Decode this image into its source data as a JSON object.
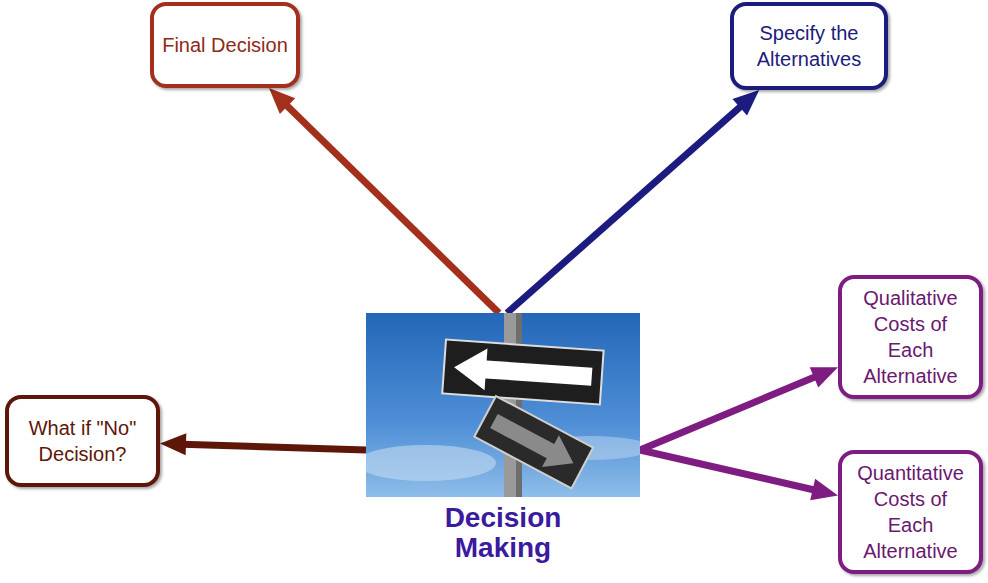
{
  "diagram": {
    "nodes": [
      {
        "text": [
          "Final Decision"
        ]
      },
      {
        "text": [
          "Specify the Alternatives"
        ]
      },
      {
        "text": [
          "Qualitative Costs of Each Alternative"
        ]
      },
      {
        "text": [
          "Decision Making"
        ]
      },
      {
        "text": [
          "What if \"No\" Decision?"
        ]
      },
      {
        "text": [
          "Quantitative Costs of Each Alternative"
        ]
      }
    ],
    "edges": [
      {
        "from": 3,
        "to": 0,
        "arrow": "to"
      },
      {
        "from": 3,
        "to": 1,
        "arrow": "to"
      },
      {
        "from": 3,
        "to": 2,
        "arrow": "to"
      },
      {
        "from": 3,
        "to": 5,
        "arrow": "to"
      },
      {
        "from": 3,
        "to": 4,
        "arrow": "to"
      }
    ]
  }
}
